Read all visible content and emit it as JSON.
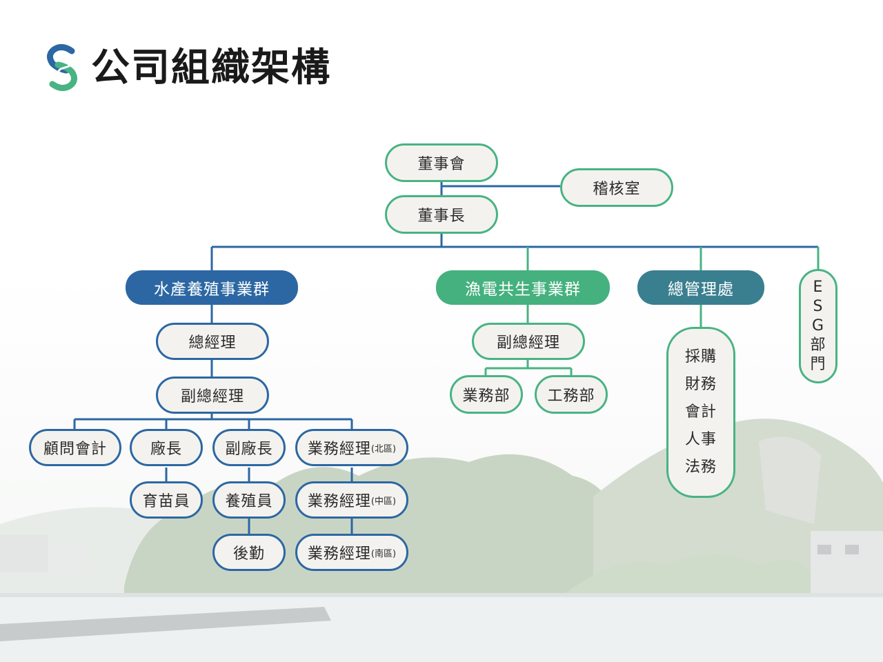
{
  "header": {
    "title": "公司組織架構"
  },
  "org": {
    "board": "董事會",
    "audit": "稽核室",
    "chairman": "董事長",
    "aqua_group": "水產養殖事業群",
    "pv_group": "漁電共生事業群",
    "admin": "總管理處",
    "esg": [
      "E",
      "S",
      "G",
      "部",
      "門"
    ],
    "aqua_gm": "總經理",
    "aqua_dgm": "副總經理",
    "consultant": "顧問會計",
    "plant_mgr": "廠長",
    "deputy_plant_mgr": "副廠長",
    "sales_mgr_label": "業務經理",
    "sales_north": "(北區)",
    "sales_central": "(中區)",
    "sales_south": "(南區)",
    "nursery": "育苗員",
    "breeder": "養殖員",
    "logistics": "後勤",
    "pv_dgm": "副總經理",
    "pv_sales": "業務部",
    "pv_engineering": "工務部",
    "admin_units": [
      "採購",
      "財務",
      "會計",
      "人事",
      "法務"
    ]
  },
  "colors": {
    "green": "#48b383",
    "blue": "#2c67a3",
    "teal": "#3a7f8f",
    "node_bg": "#f4f2ee"
  }
}
